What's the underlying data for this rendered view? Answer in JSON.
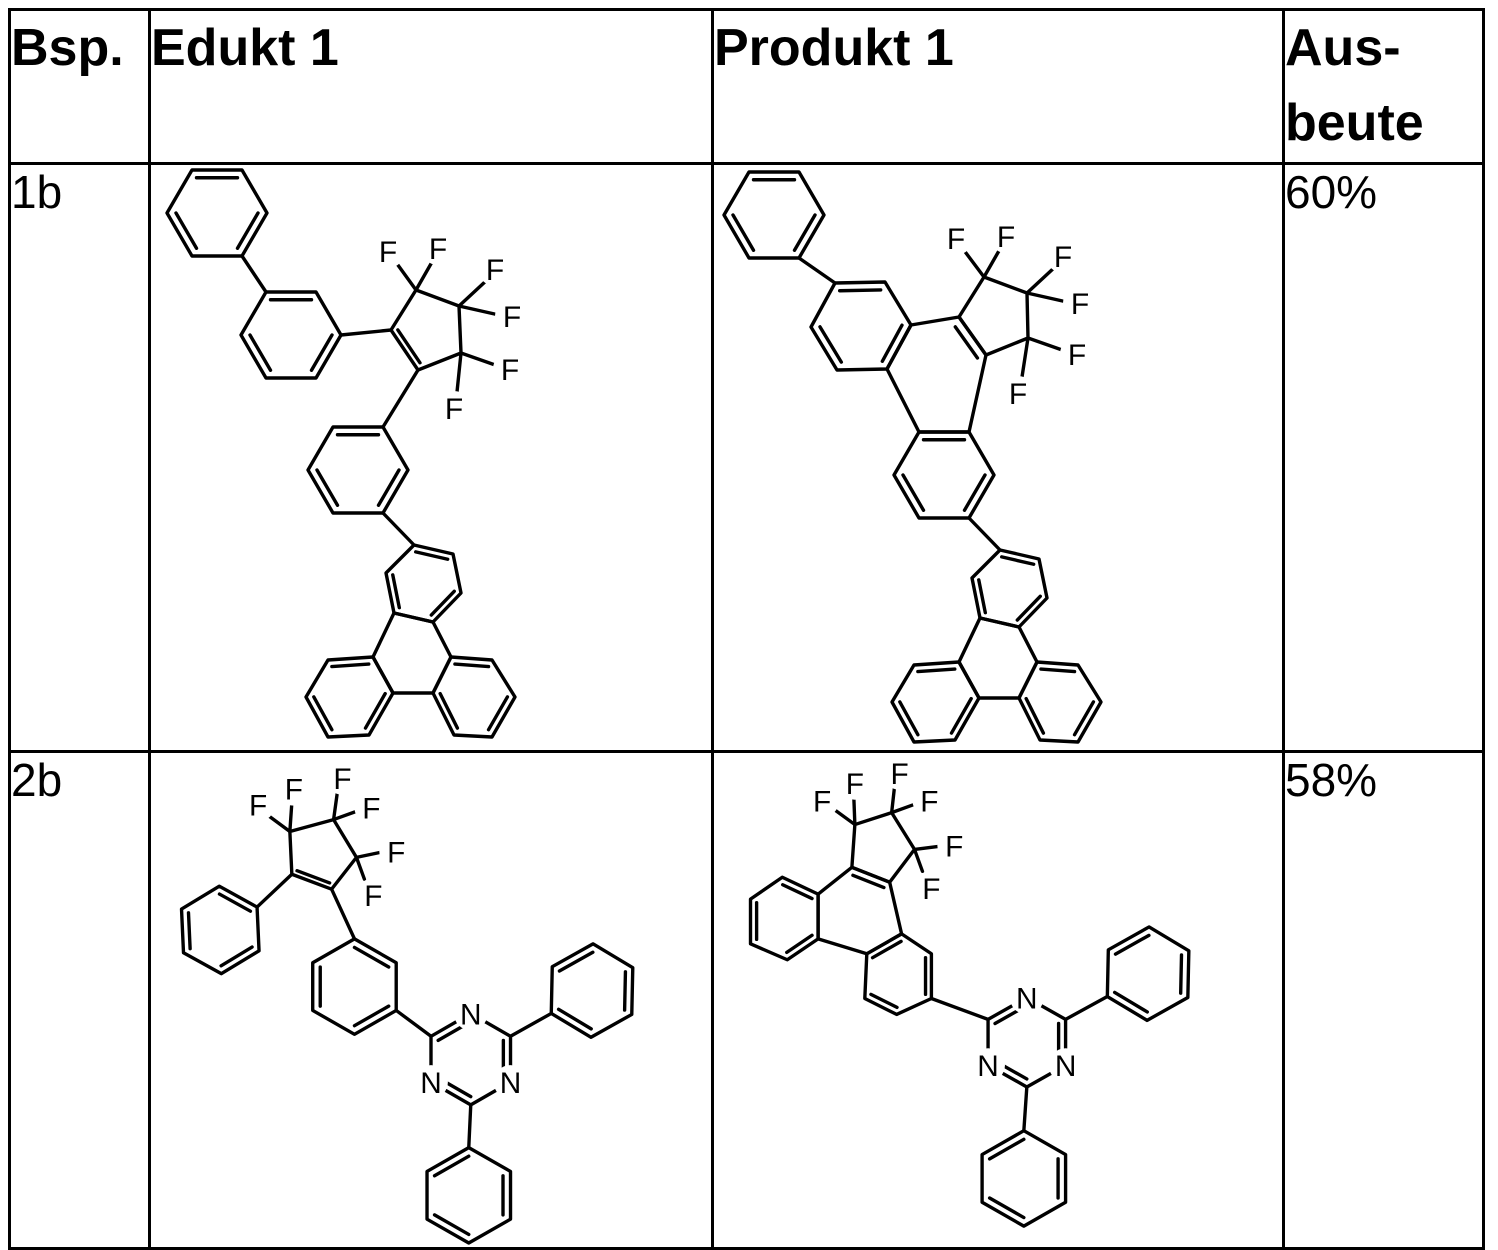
{
  "page": {
    "background": "#ffffff",
    "ink": "#000000"
  },
  "table": {
    "header": {
      "example": "Bsp.",
      "educt": "Edukt 1",
      "product": "Produkt 1",
      "yield_line1": "Aus-",
      "yield_line2": "beute"
    },
    "rows": [
      {
        "example": "1b",
        "yield": "60%"
      },
      {
        "example": "2b",
        "yield": "58%"
      }
    ]
  },
  "atoms": {
    "F": "F",
    "N": "N"
  }
}
